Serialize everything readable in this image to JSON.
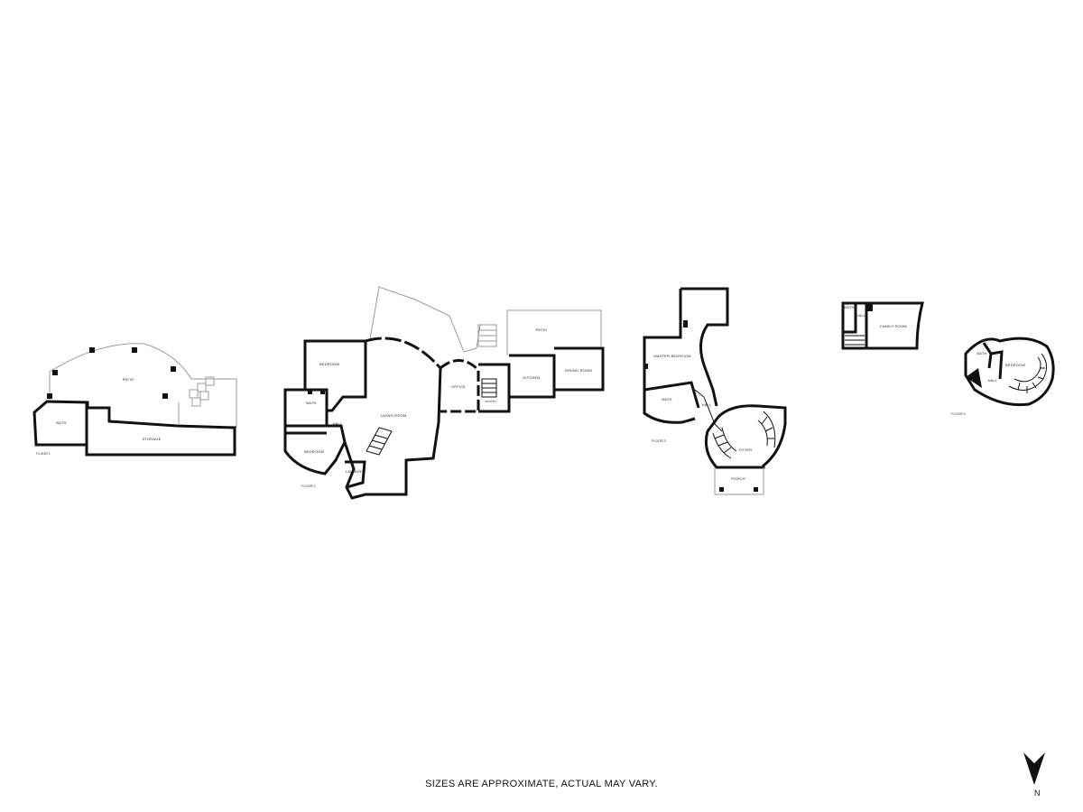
{
  "footer_note": "SIZES ARE APPROXIMATE, ACTUAL MAY VARY.",
  "compass_label": "N",
  "floors": {
    "floor1": {
      "label": "FLOOR 1",
      "rooms": {
        "patio": "PATIO",
        "bath": "BATH",
        "storage": "STORAGE"
      }
    },
    "floor2": {
      "label": "FLOOR 2",
      "rooms": {
        "bedroom_top": "BEDROOM",
        "bath": "BATH",
        "hall": "HALL",
        "bedroom_bottom": "BEDROOM",
        "laundry": "LAUNDRY",
        "living_room": "LIVING ROOM",
        "office": "OFFICE",
        "pantry": "PANTRY",
        "kitchen": "KITCHEN",
        "dining_room": "DINING ROOM",
        "patio": "PATIO"
      }
    },
    "floor3": {
      "label": "FLOOR 3",
      "rooms": {
        "master_bedroom": "MASTER BEDROOM",
        "bath": "BATH",
        "hall": "HALL",
        "foyer": "FOYER",
        "porch": "PORCH"
      }
    },
    "floor4": {
      "label": "FLOOR 4",
      "rooms": {
        "bath_top": "BATH",
        "hall_top": "HALL",
        "family_room": "FAMILY ROOM",
        "bath": "BATH",
        "bedroom": "BEDROOM",
        "hall": "HALL"
      }
    }
  }
}
